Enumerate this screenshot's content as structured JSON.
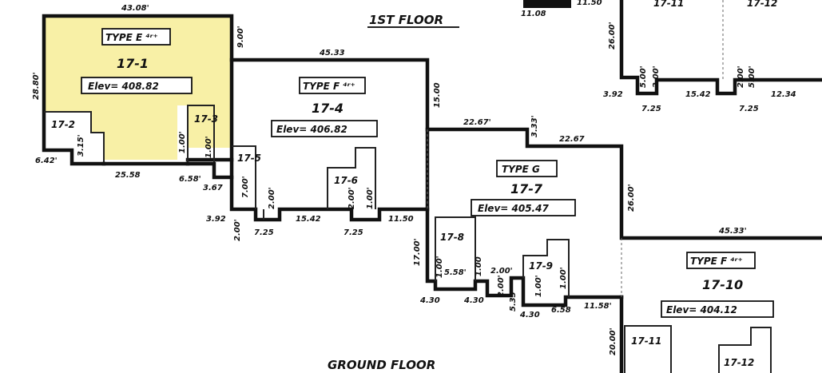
{
  "headings": {
    "first_floor": "1ST FLOOR",
    "ground_floor": "GROUND FLOOR"
  },
  "units": {
    "u17_1": {
      "type": "TYPE E ⁴ʳ⁺",
      "id": "17-1",
      "elev": "Elev= 408.82"
    },
    "u17_4": {
      "type": "TYPE F ⁴ʳ⁺",
      "id": "17-4",
      "elev": "Elev= 406.82"
    },
    "u17_7": {
      "type": "TYPE G",
      "id": "17-7",
      "elev": "Elev= 405.47"
    },
    "u17_10": {
      "type": "TYPE F ⁴ʳ⁺",
      "id": "17-10",
      "elev": "Elev= 404.12"
    }
  },
  "stairs": [
    "17-2",
    "17-3",
    "17-5",
    "17-6",
    "17-8",
    "17-9",
    "17-11",
    "17-12",
    "17-11",
    "17-12"
  ],
  "dims": {
    "top_17_1": "43.08'",
    "left_17_1": "28.80'",
    "right_17_1": "9.00'",
    "d642": "6.42'",
    "d2558": "25.58",
    "d658": "6.58'",
    "d367": "3.67",
    "d315": "3.15'",
    "d100a": "1.00'",
    "d100b": "1.00'",
    "top_17_4": "45.33",
    "right_17_4": "15.00",
    "d700": "7.00'",
    "d200a": "2.00'",
    "d392a": "3.92",
    "d200b": "2.00'",
    "d725a": "7.25",
    "d1542a": "15.42",
    "d200c": "2.00'",
    "d100c": "1.00'",
    "d725b": "7.25",
    "d1150": "11.50",
    "d2267a": "22.67'",
    "d333": "3.33'",
    "d2267b": "22.67",
    "right_17_7": "26.00'",
    "d1700": "17.00'",
    "d100d": "1.00'",
    "d558": "5.58'",
    "d100e": "1.00",
    "d200d": "2.00'",
    "d200e": "2.00'",
    "d533": "5.33'",
    "d430a": "4.30",
    "d430b": "4.30",
    "d100f": "1.00'",
    "d100g": "1.00'",
    "d430c": "4.30",
    "d658b": "6.58",
    "d1158": "11.58'",
    "top_17_10": "45.33'",
    "d2000": "20.00'",
    "tr_1108": "11.08",
    "tr_1150": "11.50",
    "tr_2600": "26.00'",
    "tr_392": "3.92",
    "tr_500a": "5.00'",
    "tr_200a": "2.00'",
    "tr_725a": "7.25",
    "tr_1542": "15.42",
    "tr_200b": "2.00'",
    "tr_500b": "5.00'",
    "tr_725b": "7.25",
    "tr_1234": "12.34"
  },
  "colors": {
    "highlight": "#f8f0a6",
    "line": "#111111",
    "paper": "#ffffff"
  }
}
